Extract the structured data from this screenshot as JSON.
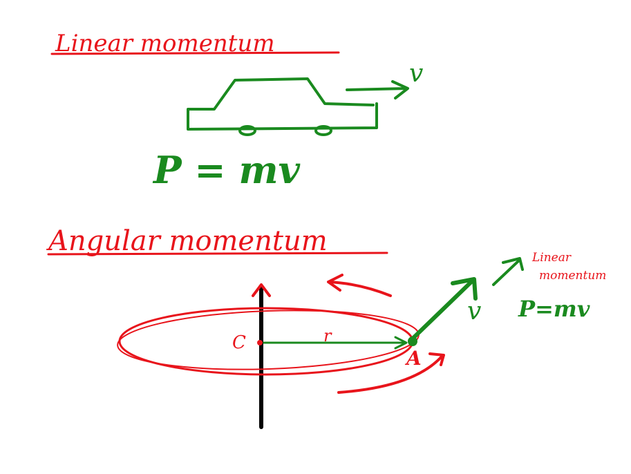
{
  "headings": {
    "linear": "Linear momentum",
    "angular": "Angular momentum"
  },
  "linear_section": {
    "velocity_label": "v",
    "formula": "P = mv"
  },
  "angular_section": {
    "center_label": "C",
    "radius_label": "r",
    "point_label": "A",
    "velocity_label": "v",
    "annotation": "Linear momentum",
    "formula": "P=mv"
  },
  "colors": {
    "heading": "#e8141b",
    "diagram": "#1a8a1f",
    "axis": "#000000"
  }
}
